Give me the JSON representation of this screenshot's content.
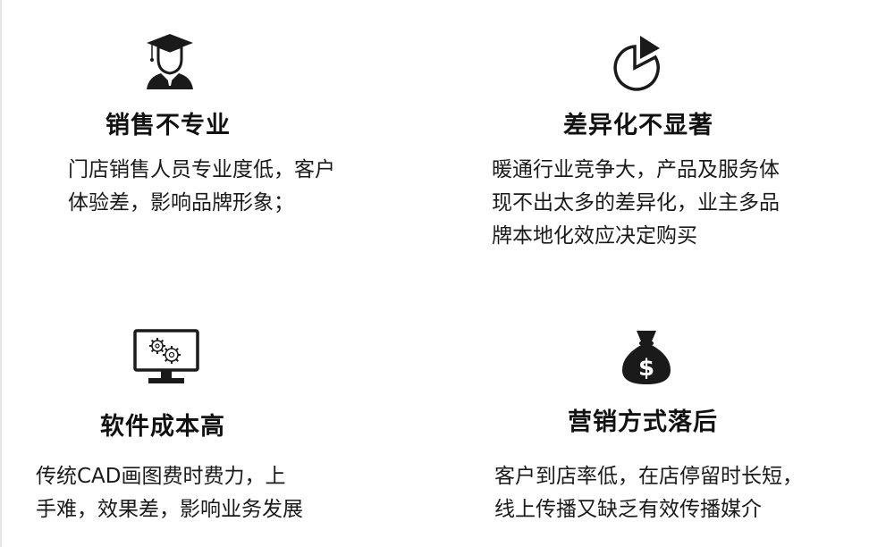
{
  "cards": [
    {
      "icon": "graduate-cap-icon",
      "title": "销售不专业",
      "lines": [
        "门店销售人员专业度低，客户",
        "体验差，影响品牌形象；"
      ]
    },
    {
      "icon": "pie-chart-icon",
      "title": "差异化不显著",
      "lines": [
        "暖通行业竞争大，产品及服务体",
        "现不出太多的差异化，业主多品",
        "牌本地化效应决定购买"
      ]
    },
    {
      "icon": "monitor-gears-icon",
      "title": "软件成本高",
      "lines": [
        "传统CAD画图费时费力，上",
        "手难，效果差，影响业务发展"
      ]
    },
    {
      "icon": "money-bag-icon",
      "title": "营销方式落后",
      "lines": [
        "客户到店率低，在店停留时长短，",
        "线上传播又缺乏有效传播媒介"
      ]
    }
  ],
  "colors": {
    "icon": "#1a1a1a",
    "text": "#111111"
  }
}
